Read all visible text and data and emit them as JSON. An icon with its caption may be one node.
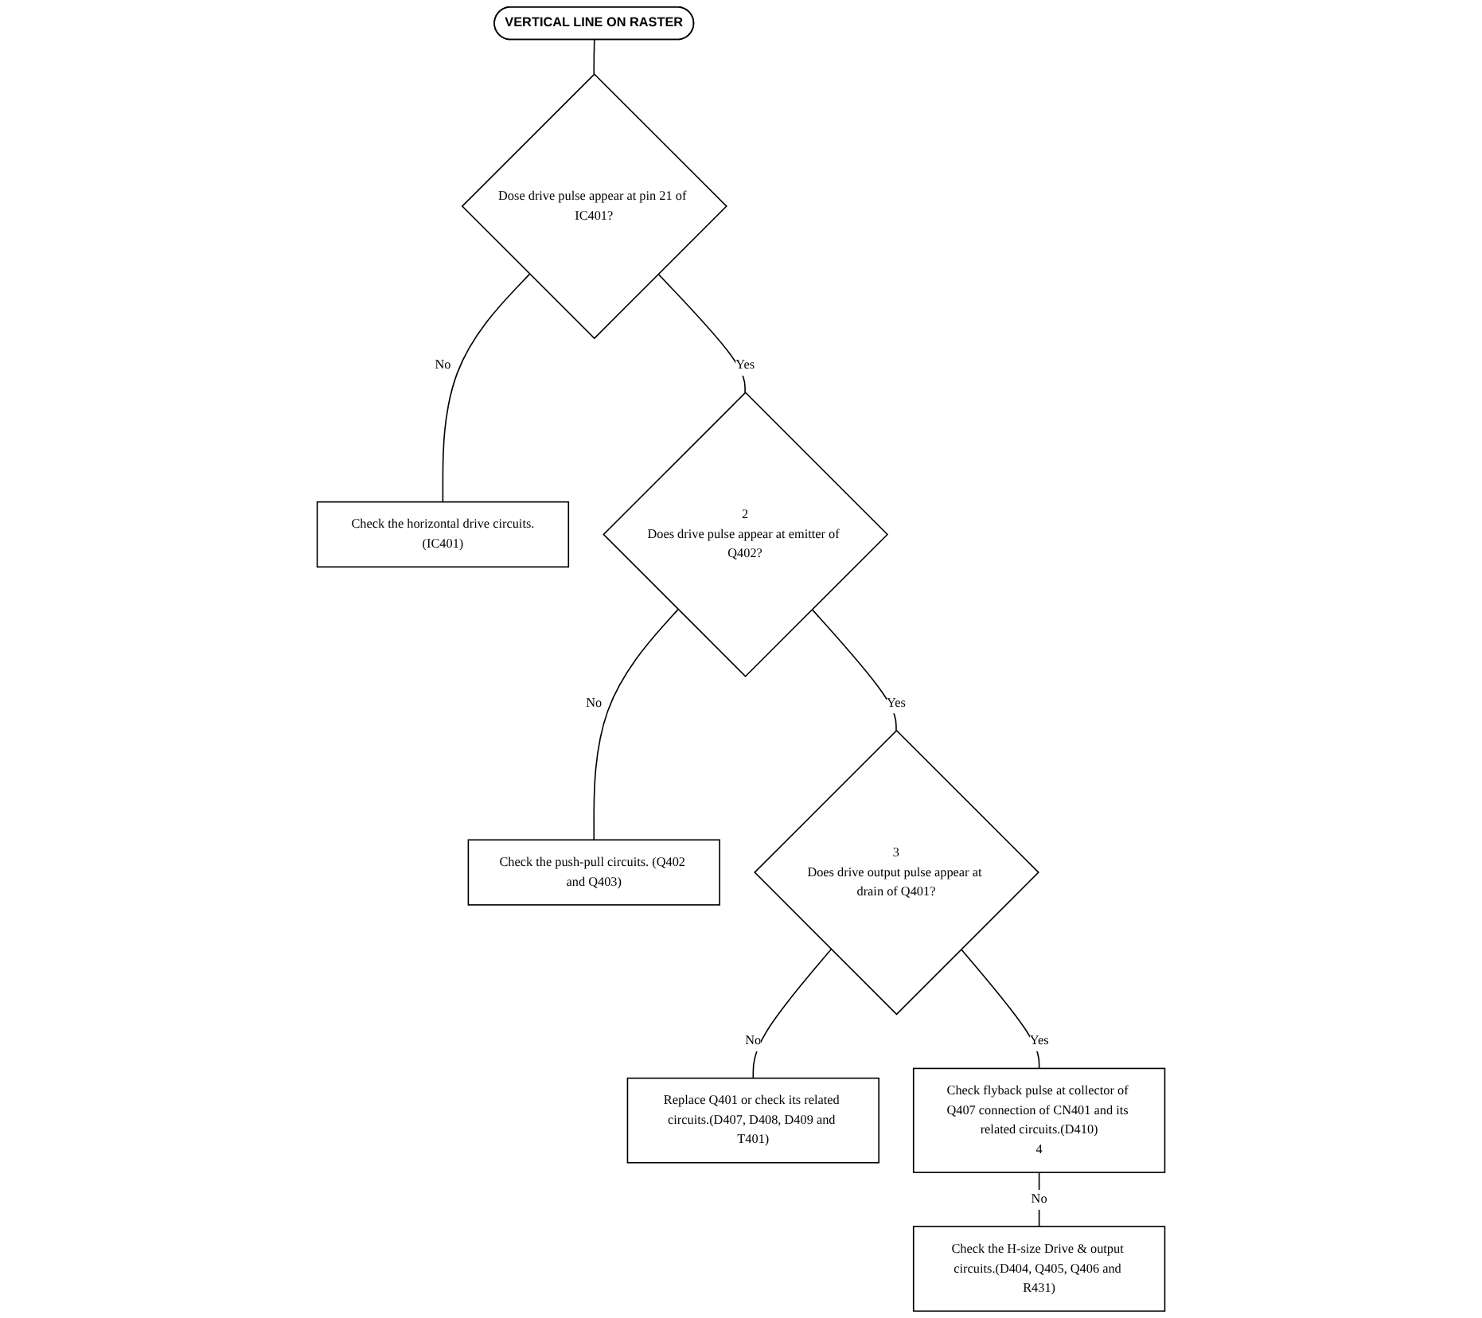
{
  "diagram": {
    "nodes": [
      {
        "text": [
          "VERTICAL LINE ON RASTER"
        ]
      },
      {
        "text": [
          "Dose drive pulse appear at pin 21 of IC401?"
        ]
      },
      {
        "text": [
          "Check the horizontal drive circuits.(IC401)"
        ]
      },
      {
        "text": [
          "2",
          "Does drive pulse appear at emitter of Q402?"
        ]
      },
      {
        "text": [
          "Check the push-pull circuits. (Q402 and Q403)"
        ]
      },
      {
        "text": [
          "3",
          "Does drive output pulse appear at drain of Q401?"
        ]
      },
      {
        "text": [
          "Replace Q401 or check its related circuits.(D407, D408, D409 and T401)"
        ]
      },
      {
        "text": [
          "Check flyback pulse at collector of Q407 connection of CN401 and its related circuits.(D410)",
          "4"
        ]
      },
      {
        "text": [
          "Check the H-size Drive & output circuits.(D404, Q405, Q406 and R431)"
        ]
      }
    ],
    "edges": [
      {
        "from": 0,
        "to": 1,
        "arrow": "none"
      },
      {
        "from": 1,
        "to": 2,
        "arrow": "none",
        "label": "No"
      },
      {
        "from": 1,
        "to": 3,
        "arrow": "none",
        "label": "Yes"
      },
      {
        "from": 3,
        "to": 4,
        "arrow": "none",
        "label": "No"
      },
      {
        "from": 3,
        "to": 5,
        "arrow": "none",
        "label": "Yes"
      },
      {
        "from": 5,
        "to": 6,
        "arrow": "none",
        "label": "No"
      },
      {
        "from": 5,
        "to": 7,
        "arrow": "none",
        "label": "Yes"
      },
      {
        "from": 7,
        "to": 8,
        "arrow": "none",
        "label": "No"
      }
    ]
  }
}
